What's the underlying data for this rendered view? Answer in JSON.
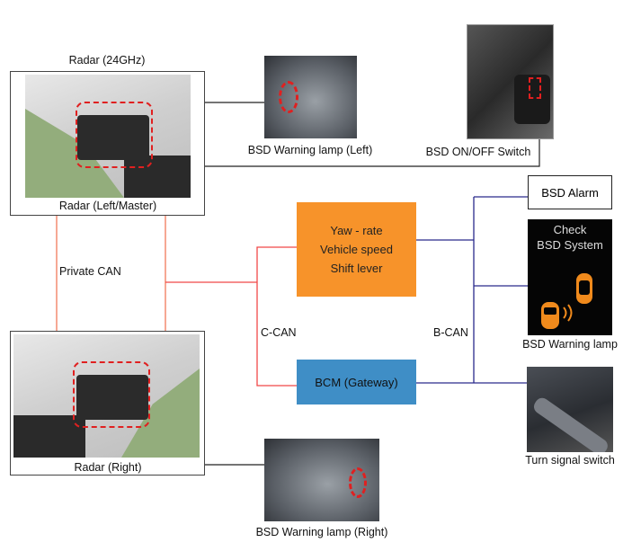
{
  "radar_left": {
    "top_label": "Radar (24GHz)",
    "bottom_label": "Radar (Left/Master)"
  },
  "radar_right": {
    "bottom_label": "Radar (Right)"
  },
  "mirror_left": {
    "label": "BSD Warning lamp (Left)"
  },
  "mirror_right": {
    "label": "BSD Warning lamp (Right)"
  },
  "switch": {
    "label": "BSD ON/OFF Switch"
  },
  "private_can": "Private CAN",
  "c_can": "C-CAN",
  "b_can": "B-CAN",
  "cluster_box": {
    "lines": [
      "Yaw - rate",
      "Vehicle speed",
      "Shift lever"
    ]
  },
  "bcm": "BCM (Gateway)",
  "bsd_alarm": "BSD Alarm",
  "warning_lamp": {
    "screen_line1": "Check",
    "screen_line2": "BSD System",
    "label": "BSD Warning lamp"
  },
  "turn_signal": {
    "label": "Turn signal switch"
  },
  "colors": {
    "c_can": "#f04848",
    "private_can": "#f07a5a",
    "b_can": "#2a2a8c",
    "orange": "#f7932a",
    "blue": "#3f8ec6",
    "icon_orange": "#f08a1c"
  }
}
